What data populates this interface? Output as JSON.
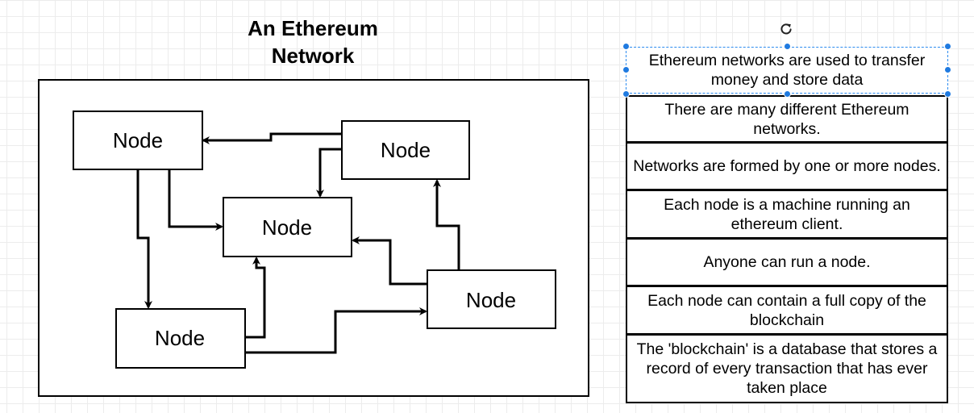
{
  "title": {
    "line1": "An Ethereum",
    "line2": "Network"
  },
  "nodes": [
    {
      "id": "top-left",
      "label": "Node"
    },
    {
      "id": "top-right",
      "label": "Node"
    },
    {
      "id": "center",
      "label": "Node"
    },
    {
      "id": "bottom-left",
      "label": "Node"
    },
    {
      "id": "bottom-right",
      "label": "Node"
    }
  ],
  "facts": [
    "Ethereum networks are used to transfer money and store data",
    "There are many different Ethereum networks.",
    "Networks are formed by one or more nodes.",
    "Each node is a machine running an ethereum client.",
    "Anyone can run a node.",
    "Each node can contain a full copy of the blockchain",
    "The 'blockchain' is a database that stores a record of every transaction that has ever taken place"
  ],
  "selection": {
    "selected_fact_index": 0,
    "handle_color": "#1f7ae0",
    "dash_color": "#2d8cf0"
  },
  "icons": {
    "rotate": "rotate-icon"
  }
}
